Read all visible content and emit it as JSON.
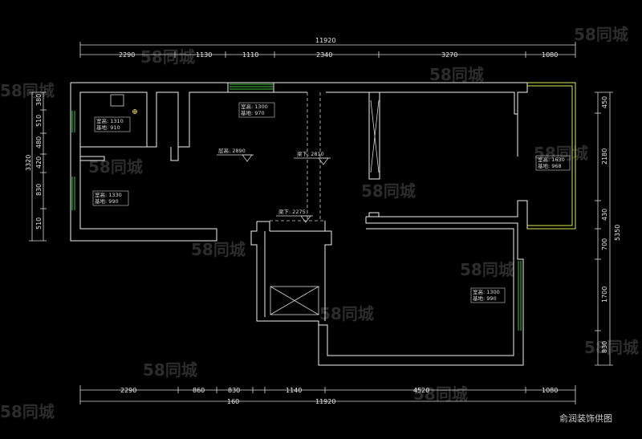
{
  "dims": {
    "top_total": "11920",
    "top": [
      "2290",
      "1130",
      "1110",
      "2340",
      "3270",
      "1080"
    ],
    "bottom": [
      "2290",
      "860",
      "830",
      "1140",
      "4520",
      "1080"
    ],
    "bottom_small": "160",
    "bottom_total": "11920",
    "left": [
      "380",
      "510",
      "480",
      "420",
      "830",
      "510"
    ],
    "left_total": "3320",
    "right": [
      "450",
      "2180",
      "430",
      "700",
      "1700",
      "830"
    ],
    "right_total": "5350"
  },
  "labels": {
    "r1": {
      "a": "室高: 1310",
      "b": "基地: 910"
    },
    "r2": {
      "a": "室高: 1330",
      "b": "基地: 990"
    },
    "r3": {
      "a": "室高: 1300",
      "b": "基地: 970"
    },
    "r4": {
      "a": "室高: 1630",
      "b": "基地: 968"
    },
    "r5": {
      "a": "室高: 1300",
      "b": "基地: 990"
    },
    "beam1": "层高: 2890",
    "beam2": "梁下: 2810",
    "beam3": "梁下: 2275"
  },
  "watermark": "58同城",
  "credit": "俞润装饰供图"
}
